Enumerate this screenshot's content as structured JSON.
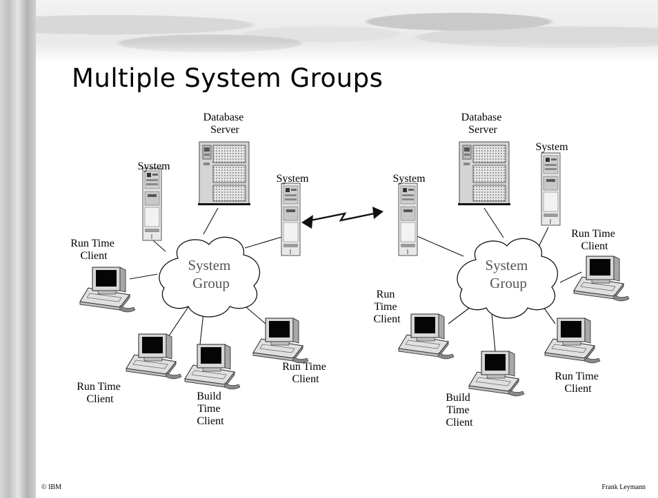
{
  "slide": {
    "title": "Multiple System Groups",
    "footer_left": "© IBM",
    "footer_right": "Frank Leymann"
  },
  "left_group": {
    "db_server_label": [
      "Database",
      "Server"
    ],
    "system_left_label": "System",
    "system_link_label": "System",
    "cloud_label": [
      "System",
      "Group"
    ],
    "client_runtime_1": [
      "Run Time",
      "Client"
    ],
    "client_runtime_2": [
      "Run Time",
      "Client"
    ],
    "client_runtime_3": [
      "Run Time",
      "Client"
    ],
    "client_buildtime": [
      "Build",
      "Time",
      "Client"
    ]
  },
  "right_group": {
    "db_server_label": [
      "Database",
      "Server"
    ],
    "system_link_label": "System",
    "system_right_label": "System",
    "cloud_label": [
      "System",
      "Group"
    ],
    "client_runtime_1": [
      "Run Time",
      "Client"
    ],
    "client_runtime_2": [
      "Run",
      "Time",
      "Client"
    ],
    "client_runtime_3": [
      "Run Time",
      "Client"
    ],
    "client_buildtime": [
      "Build",
      "Time",
      "Client"
    ]
  },
  "icons": {
    "server": "tower-server-icon",
    "system": "system-tower-icon",
    "client": "workstation-icon",
    "cloud": "cloud-icon",
    "link": "lightning-link-icon"
  }
}
